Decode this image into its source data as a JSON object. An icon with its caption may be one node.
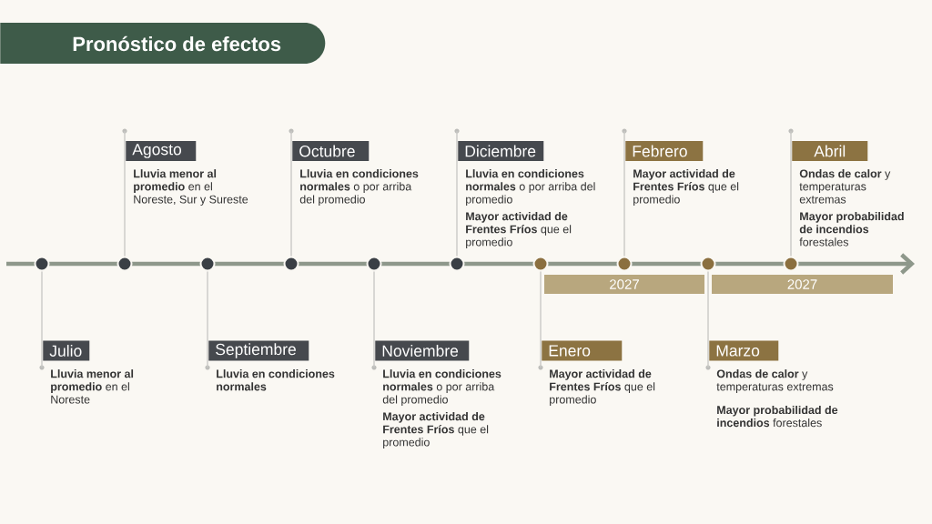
{
  "diagram": {
    "title": "Pronóstico de efectos",
    "nodes": [
      {
        "text": [
          "Julio",
          "**Lluvia menor al promedio** en el Noreste"
        ]
      },
      {
        "text": [
          "Agosto",
          "**Lluvia menor al promedio** en el Noreste, Sur y Sureste"
        ]
      },
      {
        "text": [
          "Septiembre",
          "Lluvia en condiciones normales"
        ]
      },
      {
        "text": [
          "Octubre",
          "**Lluvia en condiciones normales** o por arriba del promedio"
        ]
      },
      {
        "text": [
          "Noviembre",
          "**Lluvia en condiciones normales** o por arriba del promedio",
          "**Mayor actividad de Frentes Fríos** que el promedio"
        ]
      },
      {
        "text": [
          "Diciembre",
          "**Lluvia en condiciones normales** o por arriba del promedio",
          "**Mayor actividad de Frentes Fríos** que el promedio"
        ]
      },
      {
        "text": [
          "Enero",
          "**Mayor actividad de Frentes Fríos** que el promedio"
        ]
      },
      {
        "text": [
          "Febrero",
          "**Mayor actividad de Frentes Fríos** que el promedio"
        ]
      },
      {
        "text": [
          "Marzo",
          "**Ondas de calor** y temperaturas extremas",
          "**Mayor probabilidad de incendios** forestales"
        ]
      },
      {
        "text": [
          "Abril",
          "**Ondas de calor** y temperaturas extremas",
          "**Mayor probabilidad de incendios** forestales"
        ]
      },
      {
        "text": [],
        "shape": "circle"
      },
      {
        "text": [],
        "shape": "circle"
      },
      {
        "text": [],
        "shape": "circle"
      },
      {
        "text": [],
        "shape": "circle"
      },
      {
        "text": [],
        "shape": "circle"
      },
      {
        "text": [],
        "shape": "circle"
      },
      {
        "text": [],
        "shape": "circle"
      },
      {
        "text": [],
        "shape": "circle"
      },
      {
        "text": [],
        "shape": "circle"
      },
      {
        "text": [],
        "shape": "circle"
      },
      {
        "text": [
          "2027"
        ]
      },
      {
        "text": [
          "2027"
        ]
      }
    ],
    "edges": [
      {
        "from": 10,
        "to": 0,
        "arrow": "none"
      },
      {
        "from": 11,
        "to": 1,
        "arrow": "none"
      },
      {
        "from": 12,
        "to": 2,
        "arrow": "none"
      },
      {
        "from": 13,
        "to": 3,
        "arrow": "none"
      },
      {
        "from": 14,
        "to": 4,
        "arrow": "none"
      },
      {
        "from": 15,
        "to": 5,
        "arrow": "none"
      },
      {
        "from": 16,
        "to": 6,
        "arrow": "none"
      },
      {
        "from": 17,
        "to": 7,
        "arrow": "none"
      },
      {
        "from": 18,
        "to": 8,
        "arrow": "none"
      },
      {
        "from": 19,
        "to": 9,
        "arrow": "none"
      }
    ]
  }
}
